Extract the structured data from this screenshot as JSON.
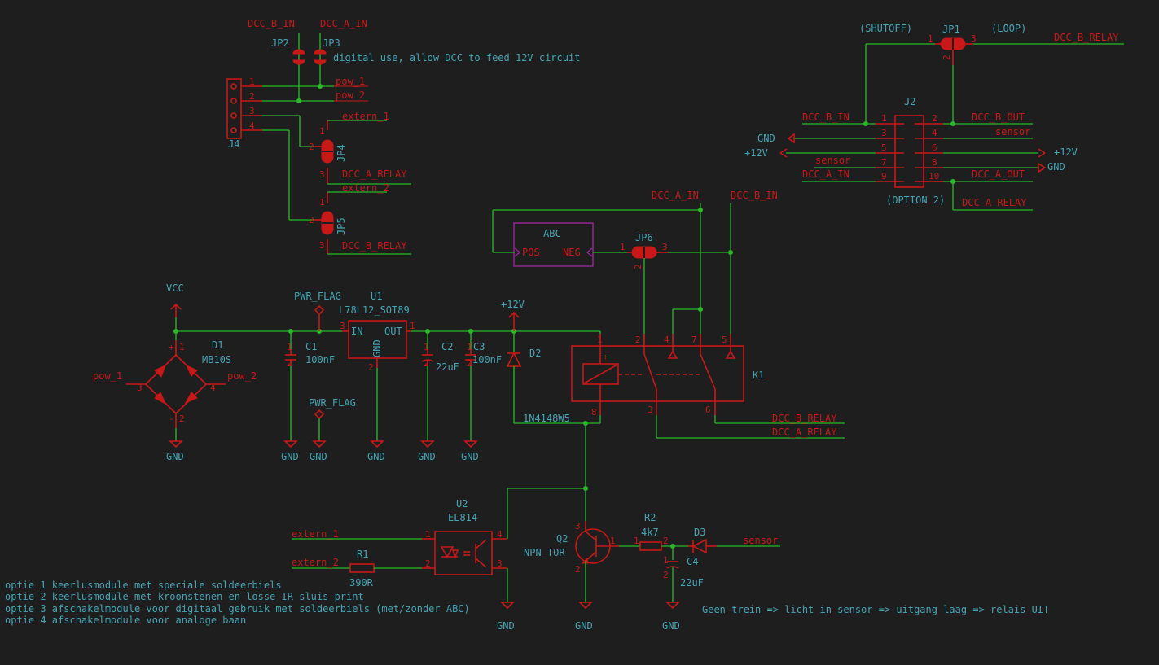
{
  "labels": {
    "dcc_b_in_top": "DCC_B_IN",
    "dcc_a_in_top": "DCC_A_IN",
    "jp2": "JP2",
    "jp3": "JP3",
    "digital_use": "digital use, allow DCC to feed 12V circuit",
    "pow_1": "pow_1",
    "pow_2": "pow_2",
    "extern_1": "extern_1",
    "extern_2": "extern_2",
    "dcc_a_relay": "DCC_A_RELAY",
    "dcc_b_relay": "DCC_B_RELAY",
    "j4": "J4",
    "jp4": "JP4",
    "jp5": "JP5",
    "shutoff": "(SHUTOFF)",
    "loop": "(LOOP)",
    "jp1": "JP1",
    "j2": "J2",
    "option2": "(OPTION 2)",
    "gnd": "GND",
    "plus12v": "+12V",
    "sensor": "sensor",
    "dcc_b_out": "DCC_B_OUT",
    "dcc_a_out": "DCC_A_OUT",
    "dcc_a_in": "DCC_A_IN",
    "dcc_b_in": "DCC_B_IN",
    "abc": "ABC",
    "pos": "POS",
    "neg": "NEG",
    "jp6": "JP6",
    "vcc": "VCC",
    "pwr_flag": "PWR_FLAG",
    "u1": "U1",
    "u1_value": "L78L12_SOT89",
    "in": "IN",
    "out": "OUT",
    "d1": "D1",
    "d1_value": "MB10S",
    "c1": "C1",
    "c1_value": "100nF",
    "c2": "C2",
    "c2_value": "22uF",
    "c3": "C3",
    "c3_value": "100nF",
    "d2": "D2",
    "d2_value": "1N4148W5",
    "k1": "K1",
    "u2": "U2",
    "u2_value": "EL814",
    "r1": "R1",
    "r1_value": "390R",
    "q2": "Q2",
    "q2_value": "NPN_TOR",
    "r2": "R2",
    "r2_value": "4k7",
    "d3": "D3",
    "c4": "C4",
    "c4_value": "22uF",
    "note_sensor": "Geen trein => licht in sensor => uitgang laag => relais UIT",
    "opt1": "optie 1 keerlusmodule met speciale soldeerbiels",
    "opt2": "optie 2 keerlusmodule met kroonstenen en losse IR sluis print",
    "opt3": "optie 3 afschakelmodule voor digitaal gebruik met soldeerbiels (met/zonder ABC)",
    "opt4": "optie 4 afschakelmodule voor analoge baan"
  },
  "pins": {
    "j4": [
      "1",
      "2",
      "3",
      "4"
    ],
    "jp_1": "1",
    "jp_2": "2",
    "jp_3": "3",
    "j2_left": [
      "1",
      "3",
      "5",
      "7",
      "9"
    ],
    "j2_right": [
      "2",
      "4",
      "6",
      "8",
      "10"
    ],
    "k1": [
      "1",
      "2",
      "4",
      "7",
      "5",
      "8",
      "3",
      "6"
    ],
    "u1_in": "3",
    "u1_out": "1",
    "u1_gnd": "2",
    "bridge": [
      "+",
      "3",
      "4",
      "-",
      "1",
      "2"
    ],
    "cap": [
      "1",
      "2"
    ],
    "u2": [
      "1",
      "2",
      "4",
      "3"
    ],
    "q2": [
      "3",
      "1",
      "2"
    ],
    "k1_plus": "+"
  },
  "colors": {
    "background": "#1e1e1e",
    "wire": "#29b929",
    "component": "#c81818",
    "text_teal": "#46a5b4",
    "abc_box": "#9c2a9c"
  }
}
